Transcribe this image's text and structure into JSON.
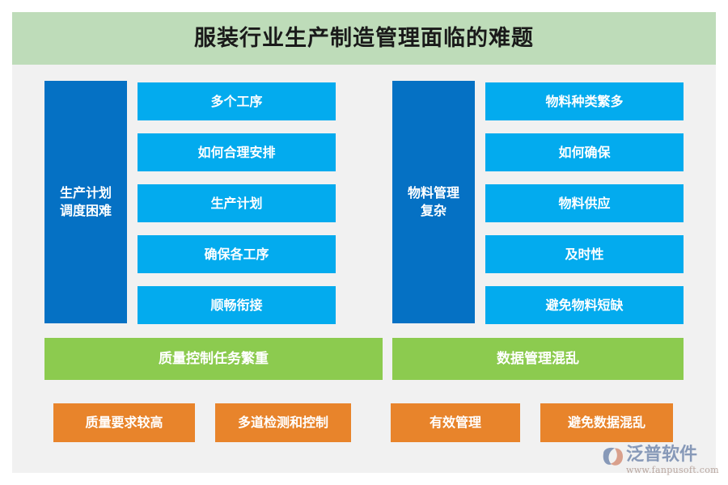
{
  "header": {
    "title": "服装行业生产制造管理面临的难题",
    "band_color": "#bedcb9"
  },
  "colors": {
    "page_background": "#ffffff",
    "panel_background": "#f1f1f1",
    "header_green": "#bedcb9",
    "category_blue": "#0571c4",
    "item_blue": "#03abee",
    "green": "#8ccb4f",
    "orange": "#e8842b",
    "text_light": "#ffffff",
    "title_text": "#1a1a1a",
    "brand_blue": "#8799b8",
    "brand_url_text": "#b9a7a0"
  },
  "columns": [
    {
      "category": "生产计划\n调度困难",
      "items": [
        {
          "label": "多个工序"
        },
        {
          "label": "如何合理安排"
        },
        {
          "label": "生产计划"
        },
        {
          "label": "确保各工序"
        },
        {
          "label": "顺畅衔接"
        }
      ]
    },
    {
      "category": "物料管理\n复杂",
      "items": [
        {
          "label": "物料种类繁多"
        },
        {
          "label": "如何确保"
        },
        {
          "label": "物料供应"
        },
        {
          "label": "及时性"
        },
        {
          "label": "避免物料短缺"
        }
      ]
    }
  ],
  "green_bars": [
    {
      "label": "质量控制任务繁重"
    },
    {
      "label": "数据管理混乱"
    }
  ],
  "orange_boxes": [
    {
      "label": "质量要求较高"
    },
    {
      "label": "多道检测和控制"
    },
    {
      "label": "有效管理"
    },
    {
      "label": "避免数据混乱"
    }
  ],
  "brand": {
    "name": "泛普软件",
    "url": "www.fanpusoft.com"
  }
}
